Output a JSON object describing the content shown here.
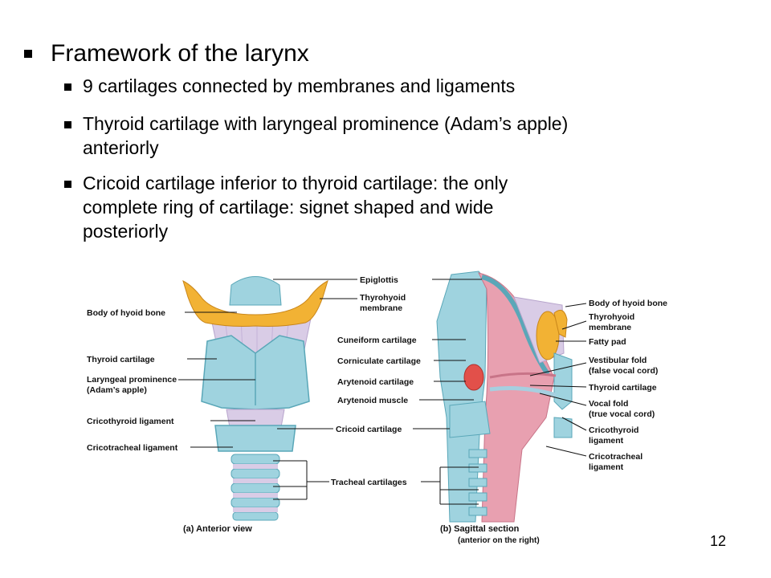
{
  "bullets": {
    "title": "Framework of the larynx",
    "items": [
      "9 cartilages connected by membranes and ligaments",
      "Thyroid cartilage with laryngeal prominence (Adam’s apple)",
      "anteriorly",
      "Cricoid cartilage inferior to thyroid cartilage: the only",
      "complete ring of cartilage: signet shaped and wide",
      "posteriorly"
    ]
  },
  "figure": {
    "left_labels": {
      "body_hyoid": "Body of hyoid bone",
      "thyroid": "Thyroid cartilage",
      "prominence_1": "Laryngeal prominence",
      "prominence_2": "(Adam’s apple)",
      "cricothyroid": "Cricothyroid ligament",
      "cricotracheal": "Cricotracheal ligament"
    },
    "center_labels": {
      "epiglottis": "Epiglottis",
      "thyrohyoid_1": "Thyrohyoid",
      "thyrohyoid_2": "membrane",
      "cuneiform": "Cuneiform cartilage",
      "corniculate": "Corniculate cartilage",
      "arytenoid_cart": "Arytenoid cartilage",
      "arytenoid_muscle": "Arytenoid muscle",
      "cricoid": "Cricoid cartilage",
      "tracheal": "Tracheal cartilages"
    },
    "right_labels": {
      "body_hyoid": "Body of hyoid bone",
      "thyrohyoid_1": "Thyrohyoid",
      "thyrohyoid_2": "membrane",
      "fatty_pad": "Fatty pad",
      "vestibular_1": "Vestibular fold",
      "vestibular_2": "(false vocal cord)",
      "thyroid": "Thyroid cartilage",
      "vocal_1": "Vocal fold",
      "vocal_2": "(true vocal cord)",
      "cricothyroid_1": "Cricothyroid",
      "cricothyroid_2": "ligament",
      "cricotracheal_1": "Cricotracheal",
      "cricotracheal_2": "ligament"
    },
    "captions": {
      "a": "(a) Anterior view",
      "b": "(b) Sagittal section",
      "b_sub": "(anterior on the right)"
    },
    "colors": {
      "cartilage": "#9fd3df",
      "cartilage_edge": "#5aa7b8",
      "bone": "#f2b234",
      "membrane": "#d9cce6",
      "mucosa": "#e8a0b0",
      "muscle": "#e2504a"
    }
  },
  "page_number": "12"
}
